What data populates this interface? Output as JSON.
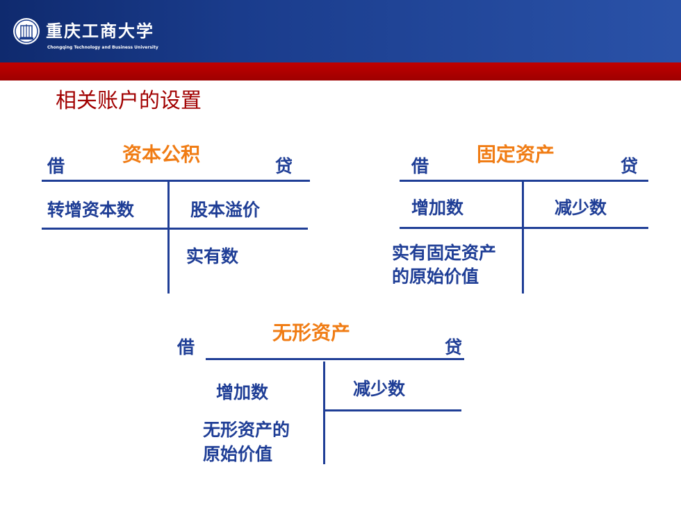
{
  "header": {
    "school_cn": "重庆工商大学",
    "school_en": "Chongqing Technology and Business University"
  },
  "slide": {
    "title": "相关账户的设置"
  },
  "accounts": {
    "capital_reserve": {
      "name": "资本公积",
      "debit": "借",
      "credit": "贷",
      "left_entry": "转增资本数",
      "right_entry": "股本溢价",
      "right_balance": "实有数"
    },
    "fixed_assets": {
      "name": "固定资产",
      "debit": "借",
      "credit": "贷",
      "left_entry": "增加数",
      "right_entry": "减少数",
      "left_balance": [
        "实有固定资产",
        "的原始价值"
      ]
    },
    "intangible_assets": {
      "name": "无形资产",
      "debit": "借",
      "credit": "贷",
      "left_entry": "增加数",
      "right_entry": "减少数",
      "left_balance": [
        "无形资产的",
        "原始价值"
      ]
    }
  },
  "colors": {
    "header_blue": "#1a3c8c",
    "red_bar": "#a80000",
    "title_red": "#a10000",
    "text_blue": "#1f3e96",
    "account_orange": "#f07c14"
  }
}
